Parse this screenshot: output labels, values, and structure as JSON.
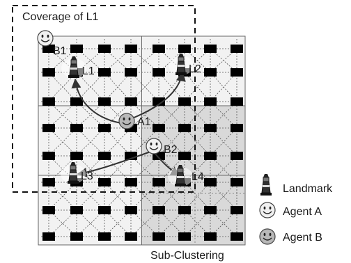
{
  "coverage_label": "Coverage of L1",
  "subclustering_label": "Sub-Clustering",
  "landmarks": [
    {
      "id": "L1",
      "label": "L1"
    },
    {
      "id": "L2",
      "label": "L2"
    },
    {
      "id": "L3",
      "label": "L3"
    },
    {
      "id": "L4",
      "label": "L4"
    }
  ],
  "agents": [
    {
      "id": "A1",
      "label": "A1",
      "kind": "agent-a"
    },
    {
      "id": "B1",
      "label": "B1",
      "kind": "agent-b"
    },
    {
      "id": "B2",
      "label": "B2",
      "kind": "agent-a"
    }
  ],
  "legend": [
    {
      "kind": "landmark",
      "label": "Landmark",
      "icon": "lighthouse-icon"
    },
    {
      "kind": "agent-a",
      "label": "Agent A",
      "icon": "smiley-light-icon"
    },
    {
      "kind": "agent-b",
      "label": "Agent B",
      "icon": "smiley-dark-icon"
    }
  ],
  "colors": {
    "node": "#000000",
    "grid_line": "#555555",
    "cluster_border": "#666666",
    "cluster_fill": "#f2f2f2",
    "subcluster_fill": "#d9d9d9",
    "agent_a": "#f0f0f0",
    "agent_b": "#b8b8b8"
  }
}
